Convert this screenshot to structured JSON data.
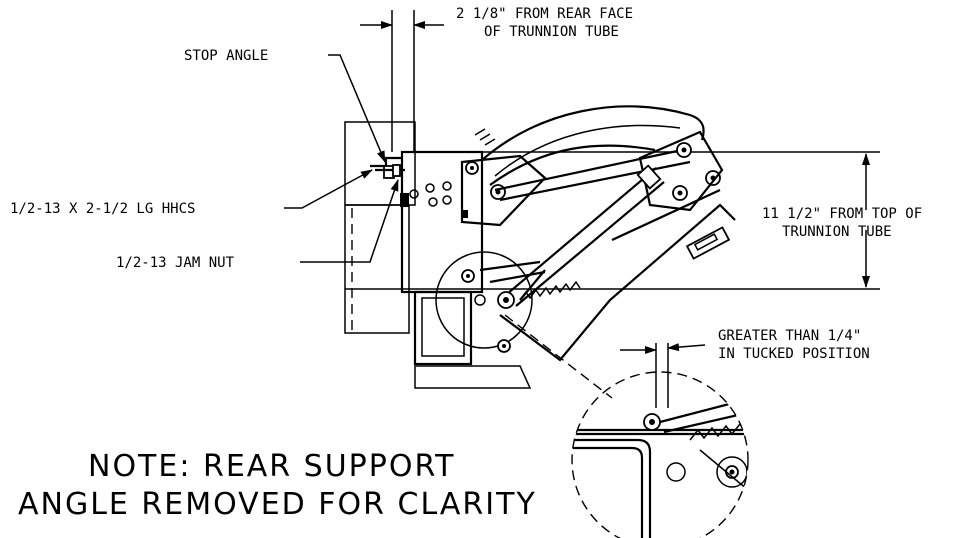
{
  "labels": {
    "rear_face_dim": [
      "2 1/8\" FROM REAR FACE",
      "OF TRUNNION TUBE"
    ],
    "stop_angle": "STOP ANGLE",
    "hhcs": "1/2-13 X 2-1/2 LG HHCS",
    "jam_nut": "1/2-13 JAM NUT",
    "top_dim": [
      "11 1/2\" FROM TOP OF",
      "TRUNNION TUBE"
    ],
    "tucked": [
      "GREATER THAN 1/4\"",
      "IN TUCKED POSITION"
    ]
  },
  "note": [
    "NOTE: REAR SUPPORT",
    "ANGLE REMOVED FOR CLARITY"
  ]
}
